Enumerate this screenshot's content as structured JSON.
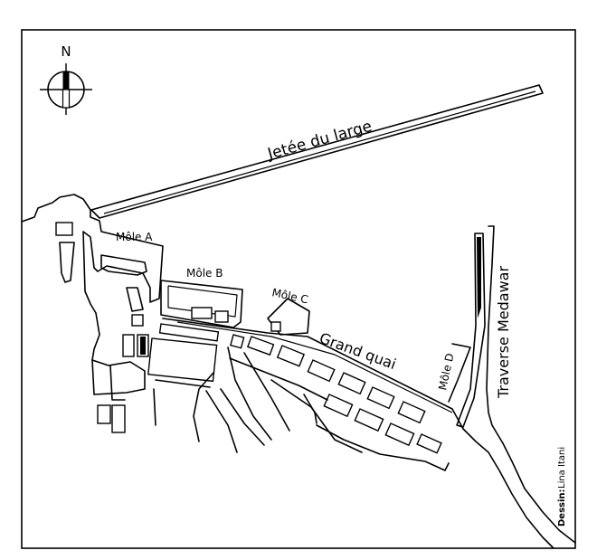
{
  "compass": {
    "north_letter": "N"
  },
  "labels": {
    "jetee": "Jetée du large",
    "mole_a": "Môle A",
    "mole_b": "Môle B",
    "mole_c": "Môle C",
    "mole_d": "Môle D",
    "grand_quai": "Grand quai",
    "traverse": "Traverse Medawar"
  },
  "credit": {
    "prefix": "Dessin:",
    "author": "Lina Itani"
  },
  "colors": {
    "ink": "#000000",
    "paper": "#ffffff"
  }
}
